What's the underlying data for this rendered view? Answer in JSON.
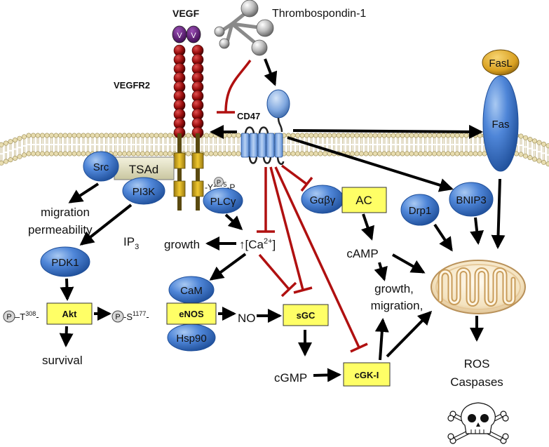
{
  "ligands": {
    "vegf": "VEGF",
    "vegf_v": "V",
    "thrombospondin": "Thrombospondin-1",
    "fasl": "FasL"
  },
  "receptors": {
    "vegfr2": "VEGFR2",
    "cd47": "CD47",
    "fas": "Fas"
  },
  "membrane_proteins": {
    "tsad": "TSAd",
    "src": "Src",
    "pi3k": "PI3K",
    "plc": "PLCγ",
    "phospho_y1175_tyr": "Y",
    "phospho_y1175_sup": "1175",
    "phospho_y1175_p": "P"
  },
  "left_branch": {
    "migration": "migration",
    "permeability": "permeability",
    "ip3": "IP",
    "ip3_sub": "3",
    "pdk1": "PDK1",
    "akt": "Akt",
    "akt_site_pre": "T",
    "akt_site_sup": "308",
    "survival": "survival"
  },
  "enos_complex": {
    "enos": "eNOS",
    "cam": "CaM",
    "hsp90": "Hsp90",
    "enos_site_pre": "S",
    "enos_site_sup": "1177",
    "p": "P"
  },
  "calcium": {
    "label_pre": "↑[Ca",
    "label_sup": "2+",
    "label_post": "]",
    "growth": "growth"
  },
  "no_pathway": {
    "no": "NO",
    "sgc": "sGC",
    "cgmp": "cGMP",
    "cgk": "cGK-I"
  },
  "camp_pathway": {
    "g_protein": "Gαβγ",
    "ac": "AC",
    "camp": "cAMP",
    "growth_migration_1": "growth,",
    "growth_migration_2": "migration,"
  },
  "mitochondria": {
    "drp1": "Drp1",
    "bnip3": "BNIP3",
    "ros": "ROS",
    "caspases": "Caspases"
  },
  "colors": {
    "blue_protein": "#4f86d8",
    "yellow_box": "#ffff66",
    "inhibition_red": "#b01010",
    "vegfr_bead": "#8b0a0a",
    "vegf_purple": "#5a1070",
    "tsad_fill": "#e8e6c8",
    "fasl_gold": "#d9a020",
    "membrane_head": "#e2d8a8",
    "tsp_gray": "#b8b8b8"
  },
  "icons": {
    "skull": "skull-crossbones-icon",
    "mitochondrion": "mitochondrion-icon"
  }
}
